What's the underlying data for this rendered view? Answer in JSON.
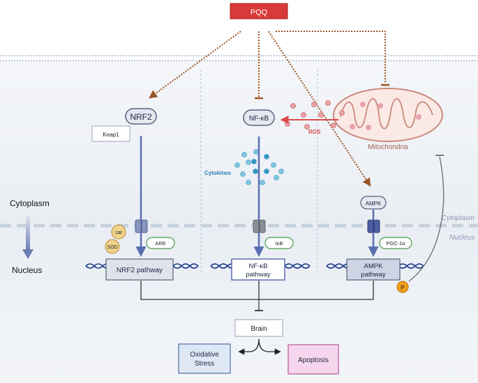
{
  "top": {
    "pqq": "PQQ"
  },
  "nrf2": {
    "label": "NRF2",
    "keap1": "Keap1",
    "cat": "cat",
    "sod": "SOD",
    "are": "ARE",
    "pathway": "NRF2 pathway"
  },
  "nfkb": {
    "label": "NF-κB",
    "cytokines": "Cytokines",
    "ikb": "IκB",
    "pathway_line1": "NF-κB",
    "pathway_line2": "pathway"
  },
  "ampk": {
    "label": "AMPK",
    "pgc": "PGC-1α",
    "pathway_line1": "AMPK",
    "pathway_line2": "pathway",
    "p": "P"
  },
  "mito": {
    "label": "Mitochondria",
    "ros": "ROS"
  },
  "regions": {
    "cytoplasm_left": "Cytoplasm",
    "nucleus_left": "Nucleus",
    "cytoplasm_right": "Cytoplasm",
    "nucleus_right": "Nucleus"
  },
  "outcomes": {
    "brain": "Brain",
    "oxidative_line1": "Oxidative",
    "oxidative_line2": "Stress",
    "apoptosis": "Apoptosis"
  },
  "colors": {
    "pqq_fill": "#d83a3a",
    "arrow_brown": "#9a5424",
    "pathway_blue": "#5b6fb0",
    "dna": "#1f3f8a",
    "ros": "#d84c4c",
    "mito": "#c98a7c",
    "oxidative_fill": "#dde8f4",
    "apoptosis_fill": "#f6d6ec"
  }
}
